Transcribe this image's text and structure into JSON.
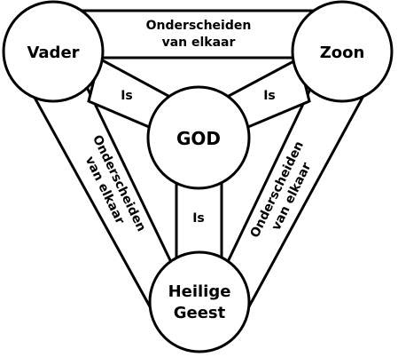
{
  "nodes": {
    "father": "Vader",
    "son": "Zoon",
    "god": "GOD",
    "spirit_line1": "Heilige",
    "spirit_line2": "Geest"
  },
  "edges": {
    "father_son_line1": "Onderscheiden",
    "father_son_line2": "van elkaar",
    "father_spirit_line1": "Onderscheiden",
    "father_spirit_line2": "van elkaar",
    "son_spirit_line1": "Onderscheiden",
    "son_spirit_line2": "van elkaar",
    "father_god": "Is",
    "son_god": "Is",
    "spirit_god": "Is"
  }
}
